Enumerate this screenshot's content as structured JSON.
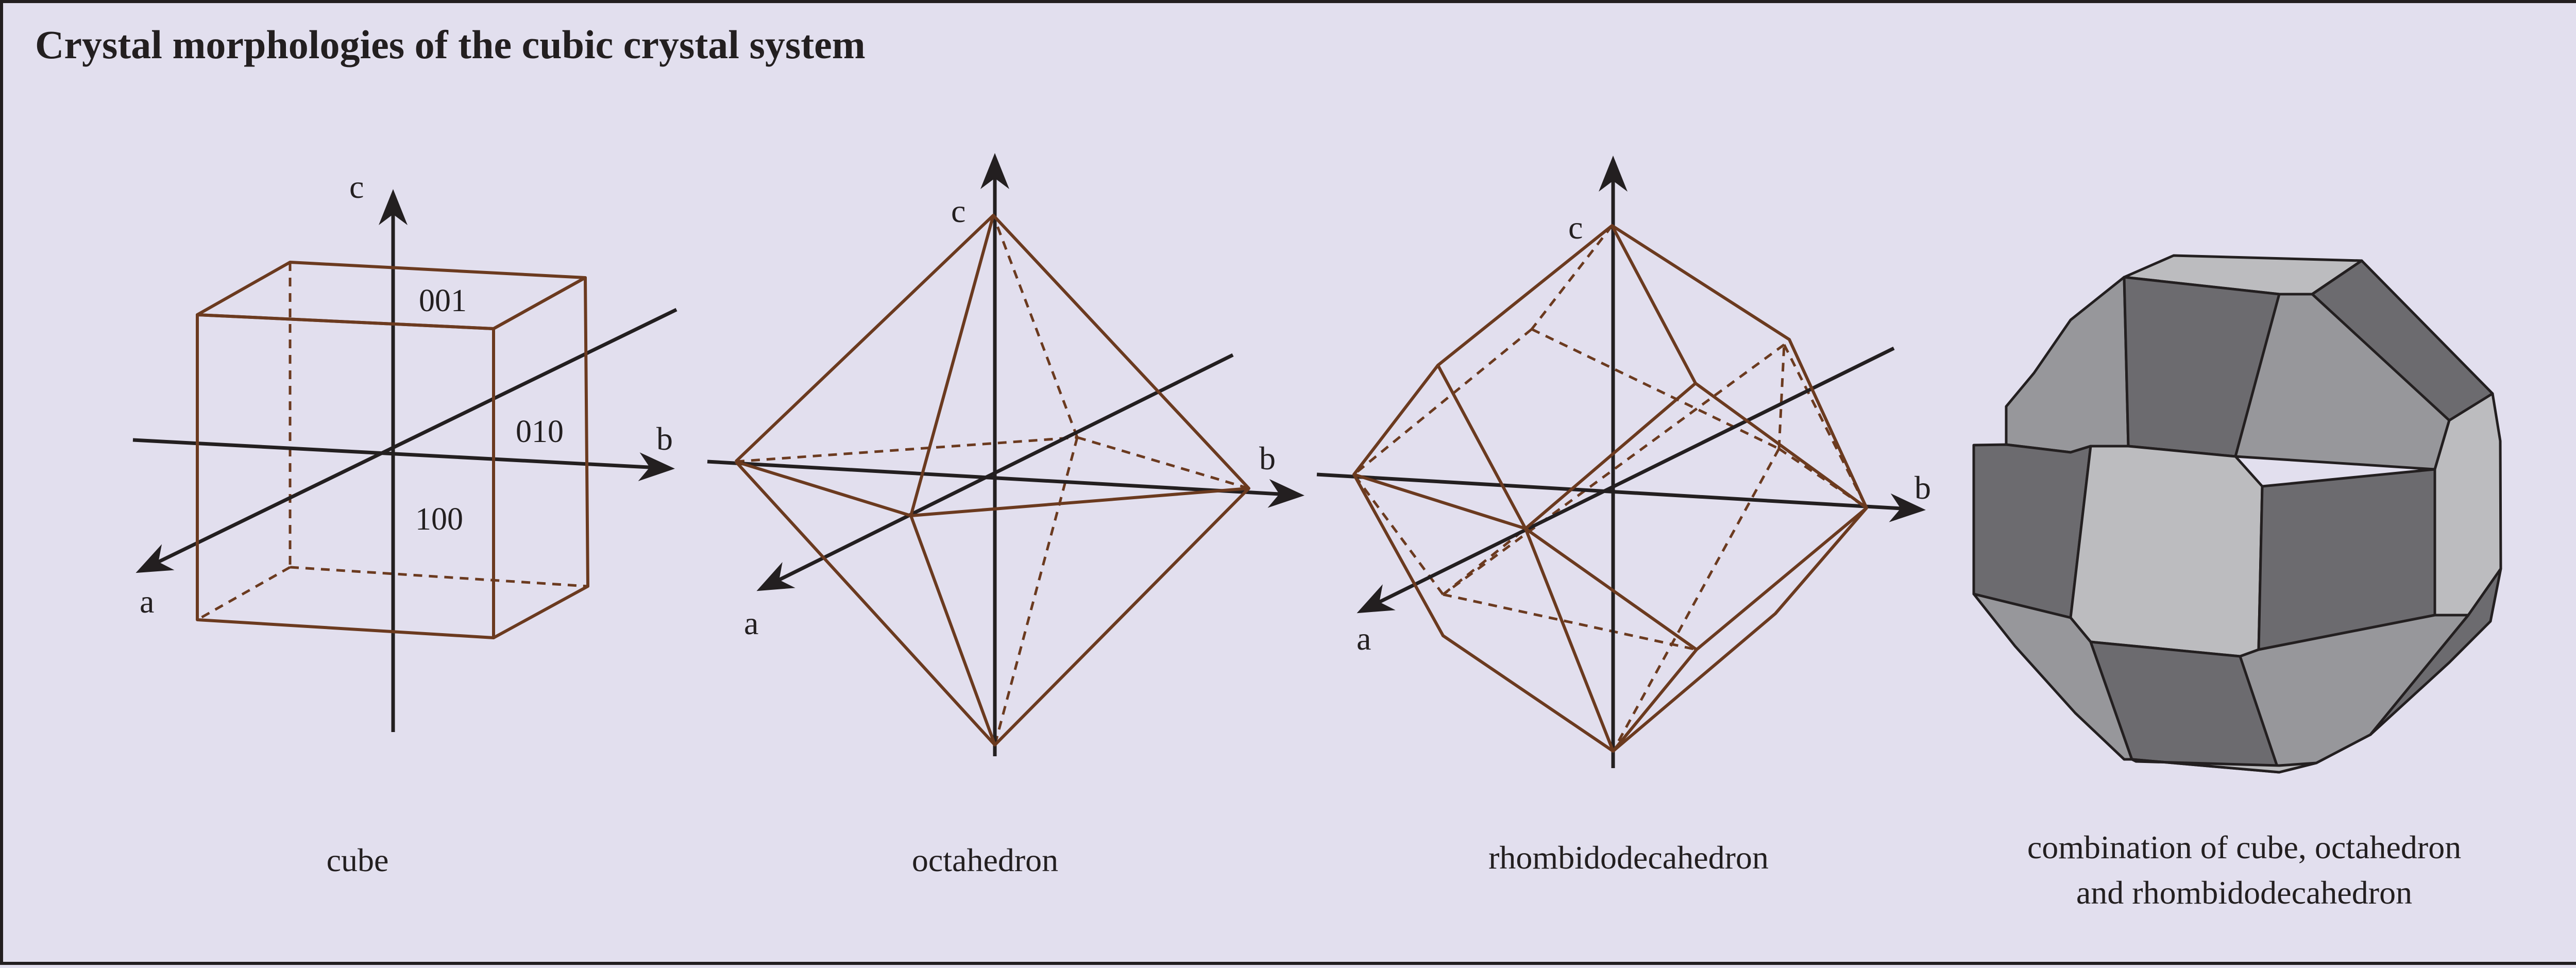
{
  "title": "Crystal morphologies of the cubic crystal system",
  "axes": {
    "a": "a",
    "b": "b",
    "c": "c"
  },
  "cube": {
    "face_top": "001",
    "face_side": "010",
    "face_front": "100"
  },
  "captions": {
    "cube": "cube",
    "octahedron": "octahedron",
    "rhombidodecahedron": "rhombidodecahedron",
    "combination_line1": "combination of cube, octahedron",
    "combination_line2": "and rhombidodecahedron"
  },
  "colors": {
    "background": "#e2dfee",
    "edge": "#6b3a1f",
    "axis": "#231f20",
    "face_dark": "#6c6b6f",
    "face_mid": "#97979b",
    "face_light": "#bcbcbf"
  }
}
